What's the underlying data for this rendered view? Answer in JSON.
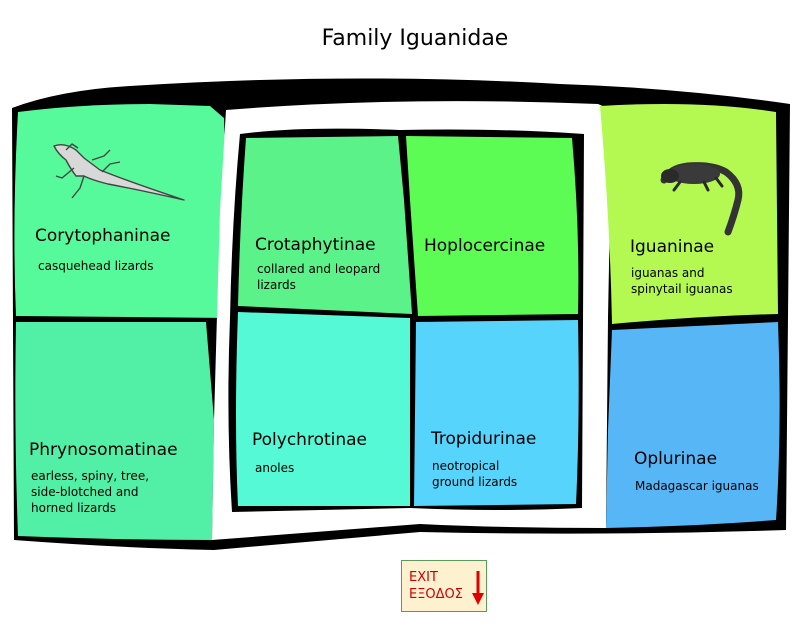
{
  "title": "Family Iguanidae",
  "subfamilies": {
    "corytophaninae": {
      "name": "Corytophaninae",
      "desc": [
        "casquehead lizards"
      ]
    },
    "phrynosomatinae": {
      "name": "Phrynosomatinae",
      "desc": [
        "earless, spiny, tree,",
        "side-blotched and",
        "horned lizards"
      ]
    },
    "crotaphytinae": {
      "name": "Crotaphytinae",
      "desc": [
        "collared and leopard",
        "lizards"
      ]
    },
    "hoplocercinae": {
      "name": "Hoplocercinae"
    },
    "polychrotinae": {
      "name": "Polychrotinae",
      "desc": [
        "anoles"
      ]
    },
    "tropidurinae": {
      "name": "Tropidurinae",
      "desc": [
        "neotropical",
        "ground lizards"
      ]
    },
    "iguaninae": {
      "name": "Iguaninae",
      "desc": [
        "iguanas and",
        "spinytail iguanas"
      ]
    },
    "oplurinae": {
      "name": "Oplurinae",
      "desc": [
        "Madagascar iguanas"
      ]
    }
  },
  "exit": {
    "line1": "EXIT",
    "line2": "ΕΞΟΔΟΣ"
  },
  "colors": {
    "corytophaninae": "#56fa9b",
    "phrynosomatinae": "#52f0a6",
    "crotaphytinae": "#5bf28a",
    "hoplocercinae": "#5cfc54",
    "polychrotinae": "#55f9d5",
    "tropidurinae": "#56d4fb",
    "iguaninae": "#b4f852",
    "oplurinae": "#56b6f6",
    "outline": "#000000",
    "exit_text": "#d00000",
    "exit_bg": "#fdf1cf"
  },
  "icons": [
    "basilisk-lizard-icon",
    "iguana-icon",
    "down-arrow-icon"
  ]
}
